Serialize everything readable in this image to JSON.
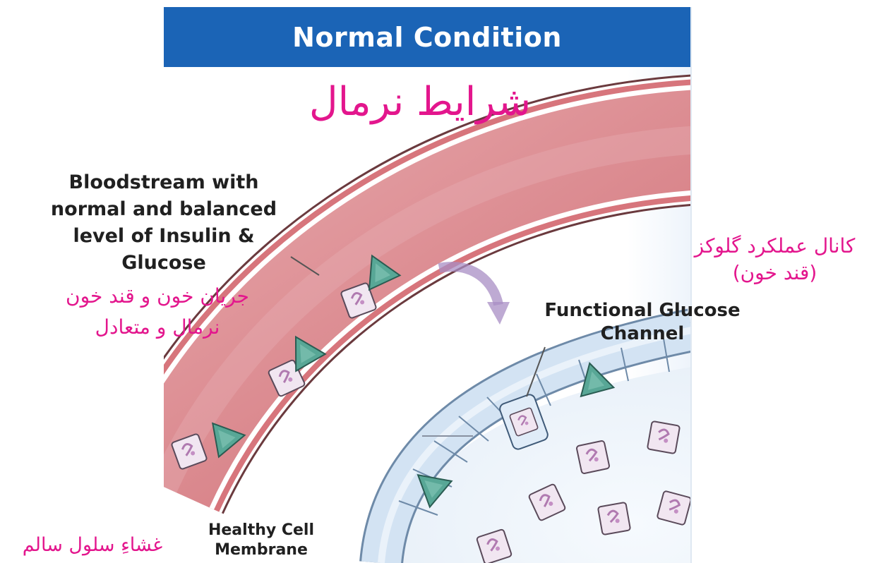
{
  "header": {
    "title": "Normal Condition"
  },
  "title_fa": "شرایط نرمال",
  "labels": {
    "bloodstream_en": [
      "Bloodstream with",
      "normal and balanced",
      "level of Insulin &",
      "Glucose"
    ],
    "bloodstream_fa": [
      "جریان خون و قند خون",
      "نرمال و متعادل"
    ],
    "channel_en": [
      "Functional Glucose",
      "Channel"
    ],
    "channel_fa": [
      "کانال عملکرد گلوکز",
      "(قند خون)"
    ],
    "membrane_en": [
      "Healthy Cell",
      "Membrane"
    ],
    "membrane_fa": "غشاءِ سلول سالم"
  },
  "colors": {
    "banner": "#1b64b6",
    "persian_text": "#e3168d",
    "vessel": "#d6787e",
    "insulin": "#4f9e8c",
    "glucose": "#efe2ee",
    "membrane": "#c9dcef"
  }
}
